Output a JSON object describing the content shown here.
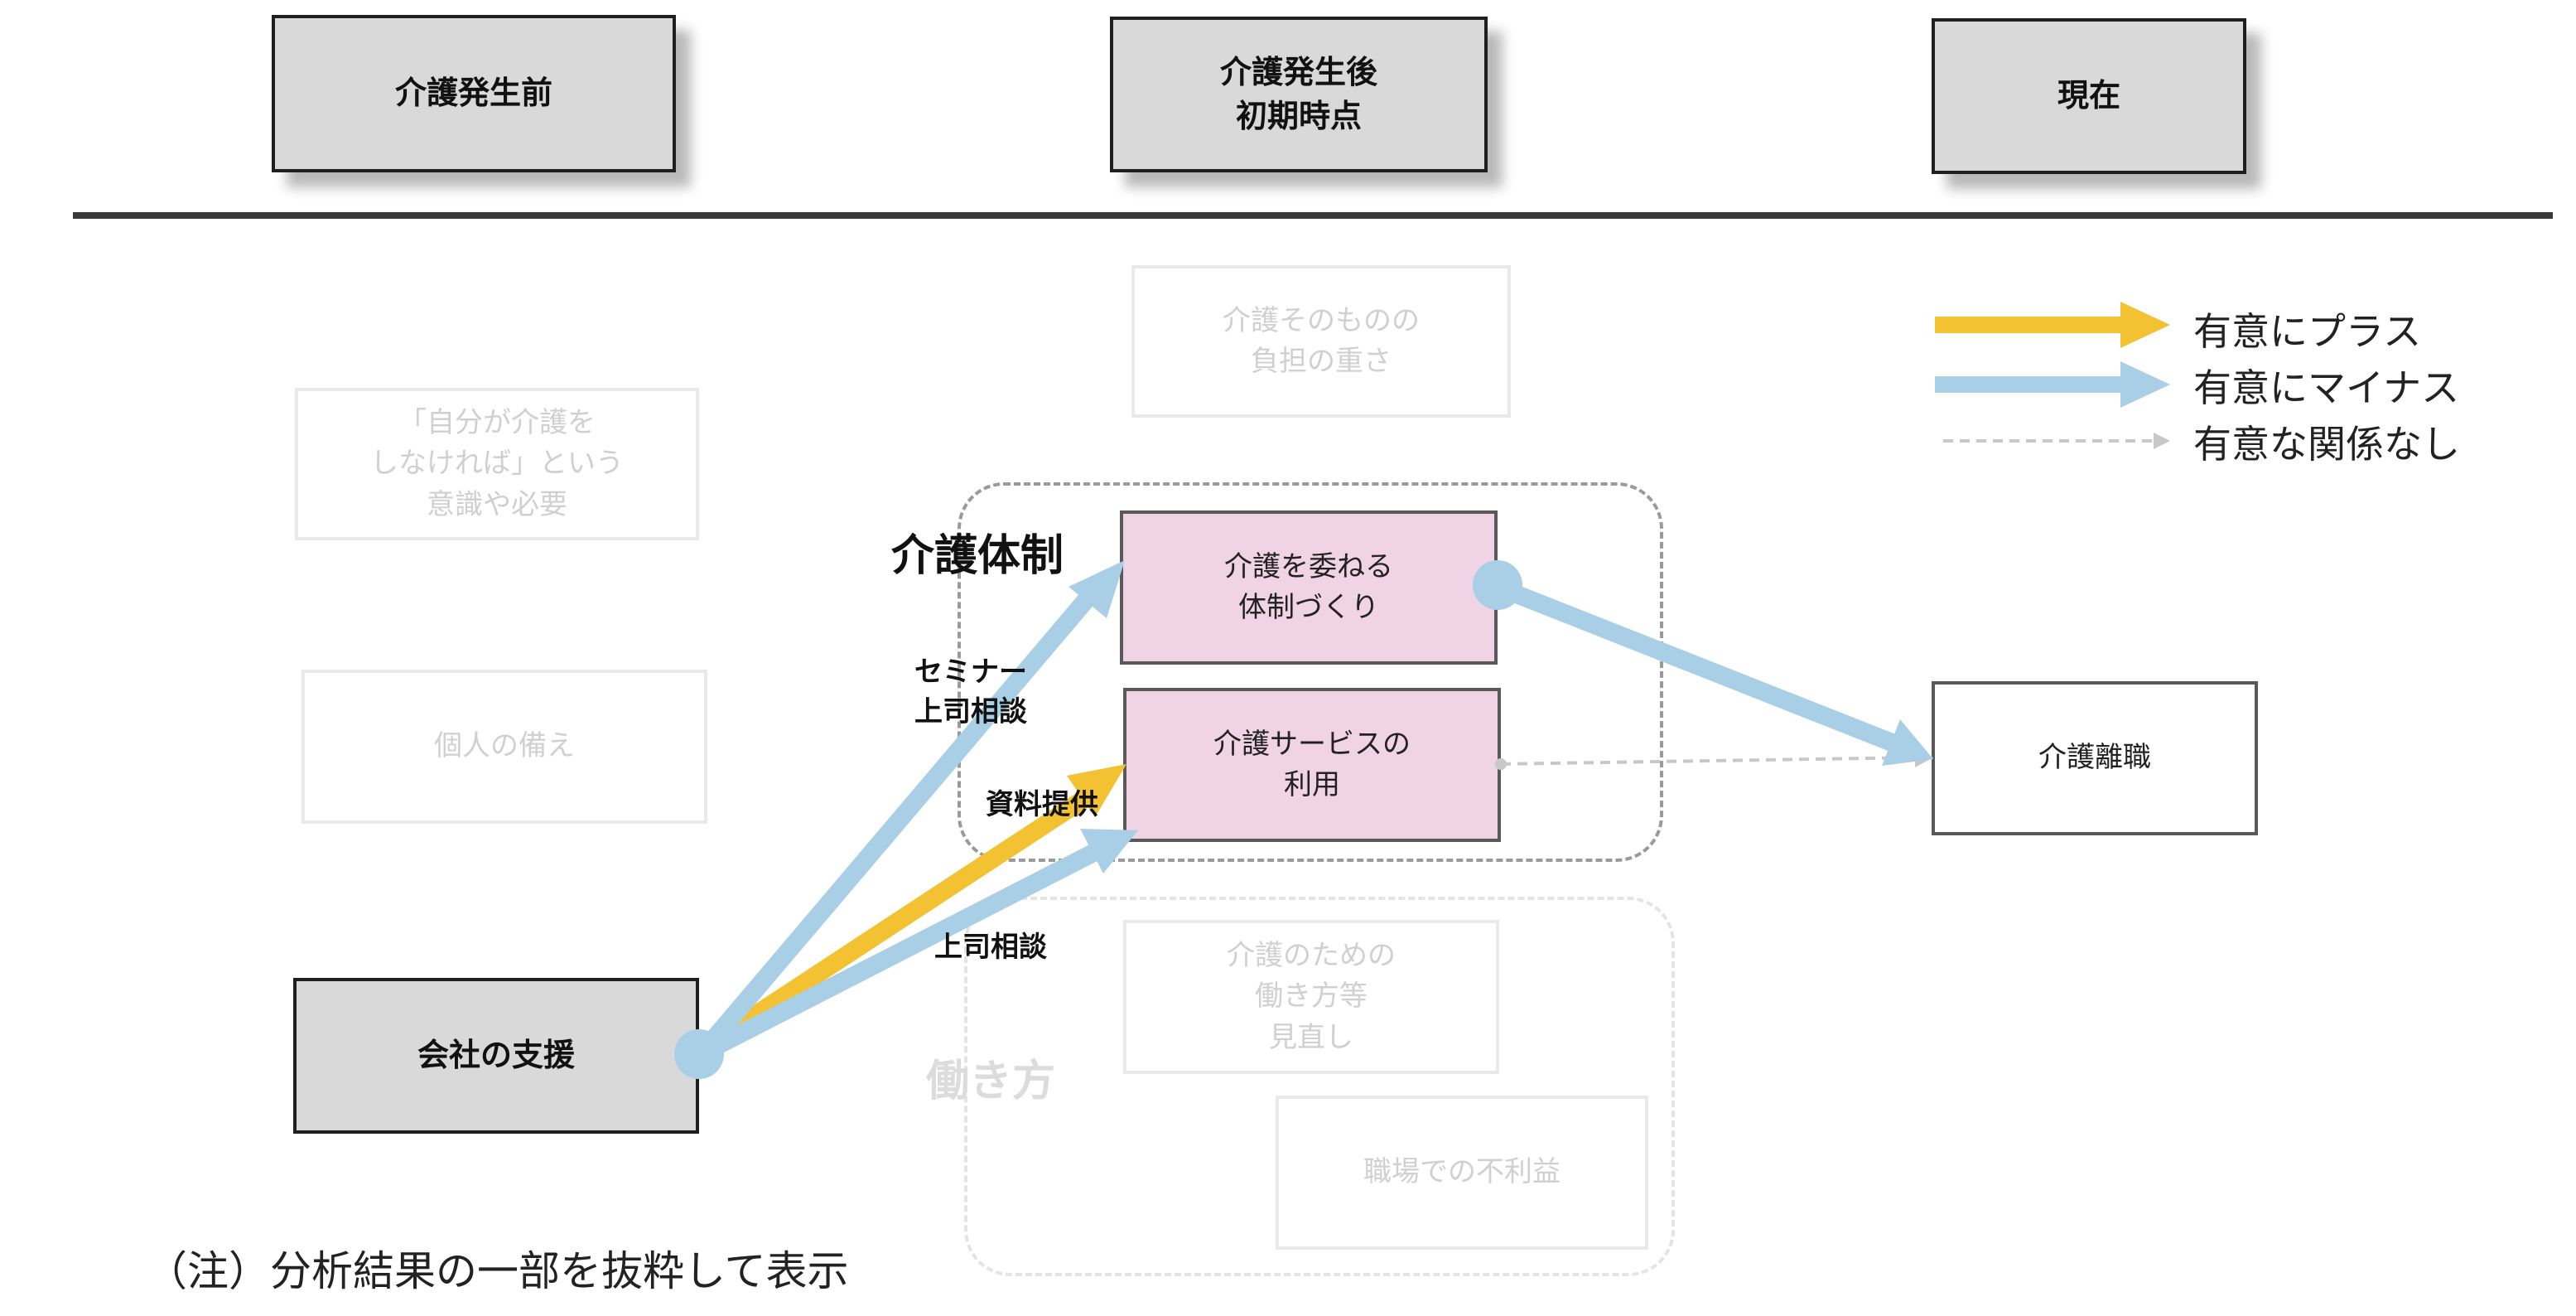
{
  "phases": {
    "before": "介護発生前",
    "after_initial": "介護発生後\n初期時点",
    "current": "現在"
  },
  "nodes": {
    "burden": "介護そのものの\n負担の重さ",
    "awareness": "「自分が介護を\nしなければ」という\n意識や必要",
    "personal_prep": "個人の備え",
    "care_setup": "介護を委ねる\n体制づくり",
    "care_service": "介護サービスの\n利用",
    "company_support": "会社の支援",
    "work_review": "介護のための\n働き方等\n見直し",
    "workplace_disadvantage": "職場での不利益",
    "care_leave": "介護離職"
  },
  "groups": {
    "care_system": "介護体制",
    "work_style": "働き方"
  },
  "edge_labels": {
    "seminar": "セミナー\n上司相談",
    "materials": "資料提供",
    "boss": "上司相談"
  },
  "legend": {
    "plus": "有意にプラス",
    "minus": "有意にマイナス",
    "none": "有意な関係なし"
  },
  "colors": {
    "plus": "#f2c232",
    "minus": "#a9cfe6",
    "none": "#c8c8c8",
    "pink": "#f0d3e4"
  },
  "note": "（注）分析結果の一部を抜粋して表示"
}
